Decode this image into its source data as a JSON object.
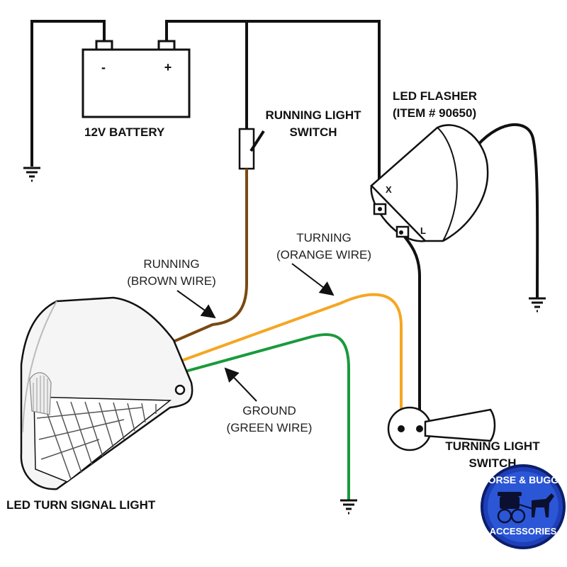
{
  "labels": {
    "battery": "12V BATTERY",
    "battery_neg": "-",
    "battery_pos": "+",
    "running_switch_line1": "RUNNING LIGHT",
    "running_switch_line2": "SWITCH",
    "flasher_line1": "LED FLASHER",
    "flasher_line2": "(ITEM # 90650)",
    "flasher_x": "X",
    "flasher_l": "L",
    "running_line1": "RUNNING",
    "running_line2": "(BROWN WIRE)",
    "turning_line1": "TURNING",
    "turning_line2": "(ORANGE WIRE)",
    "ground_line1": "GROUND",
    "ground_line2": "(GREEN WIRE)",
    "turn_signal": "LED TURN SIGNAL LIGHT",
    "turning_switch_line1": "TURNING LIGHT",
    "turning_switch_line2": "SWITCH"
  },
  "logo": {
    "top_text": "HORSE & BUGGY",
    "bottom_text": "ACCESSORIES"
  },
  "colors": {
    "wire_black": "#111111",
    "wire_brown": "#7a4a12",
    "wire_orange": "#f5a623",
    "wire_green": "#1a9a3c",
    "logo_blue": "#1f3fb8"
  }
}
